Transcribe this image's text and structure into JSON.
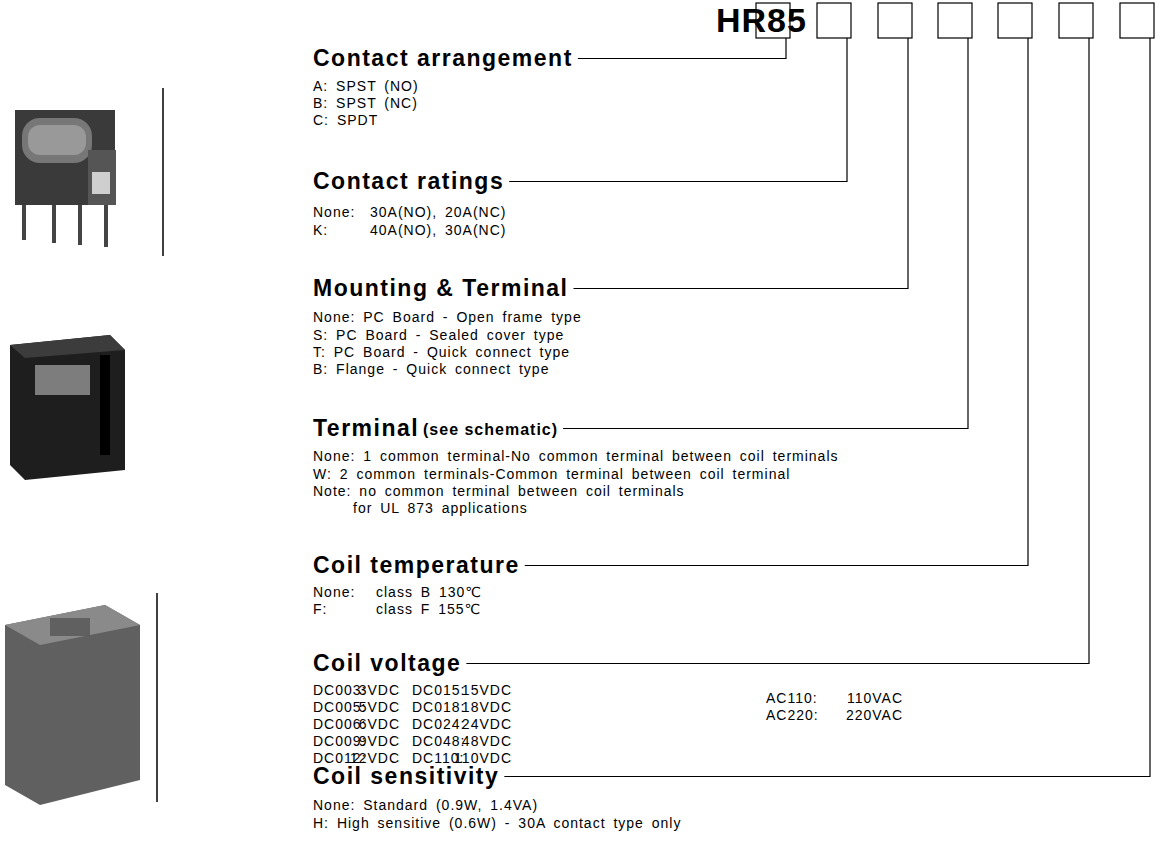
{
  "diagram": {
    "title": "HR85",
    "labels": [
      "Contact arrangement",
      "A: SPST (NO)",
      "B: SPST (NC)",
      "C: SPDT",
      "Contact ratings",
      "None:",
      "30A(NO), 20A(NC)",
      "K:",
      "40A(NO), 30A(NC)",
      "Mounting & Terminal",
      "None: PC Board - Open frame type",
      "S: PC Board - Sealed cover type",
      "T: PC Board - Quick connect type",
      "B: Flange - Quick connect type",
      "Terminal",
      "(see schematic)",
      "None: 1 common terminal-No common terminal between coil terminals",
      "W: 2 common terminals-Common terminal between coil terminal",
      "Note: no common terminal between coil terminals",
      "for UL 873 applications",
      "Coil temperature",
      "None:",
      "class B 130℃",
      "F:",
      "class F 155℃",
      "Coil voltage",
      "DC003:",
      "3VDC",
      "DC015:",
      "15VDC",
      "DC005:",
      "5VDC",
      "DC018:",
      "18VDC",
      "DC006:",
      "6VDC",
      "DC024:",
      "24VDC",
      "DC009:",
      "9VDC",
      "DC048:",
      "48VDC",
      "DC012:",
      "12VDC",
      "DC110:",
      "110VDC",
      "AC110:",
      "110VAC",
      "AC220:",
      "220VAC",
      "Coil sensitivity",
      "None: Standard (0.9W, 1.4VA)",
      "H: High sensitive (0.6W) - 30A contact type only"
    ]
  }
}
